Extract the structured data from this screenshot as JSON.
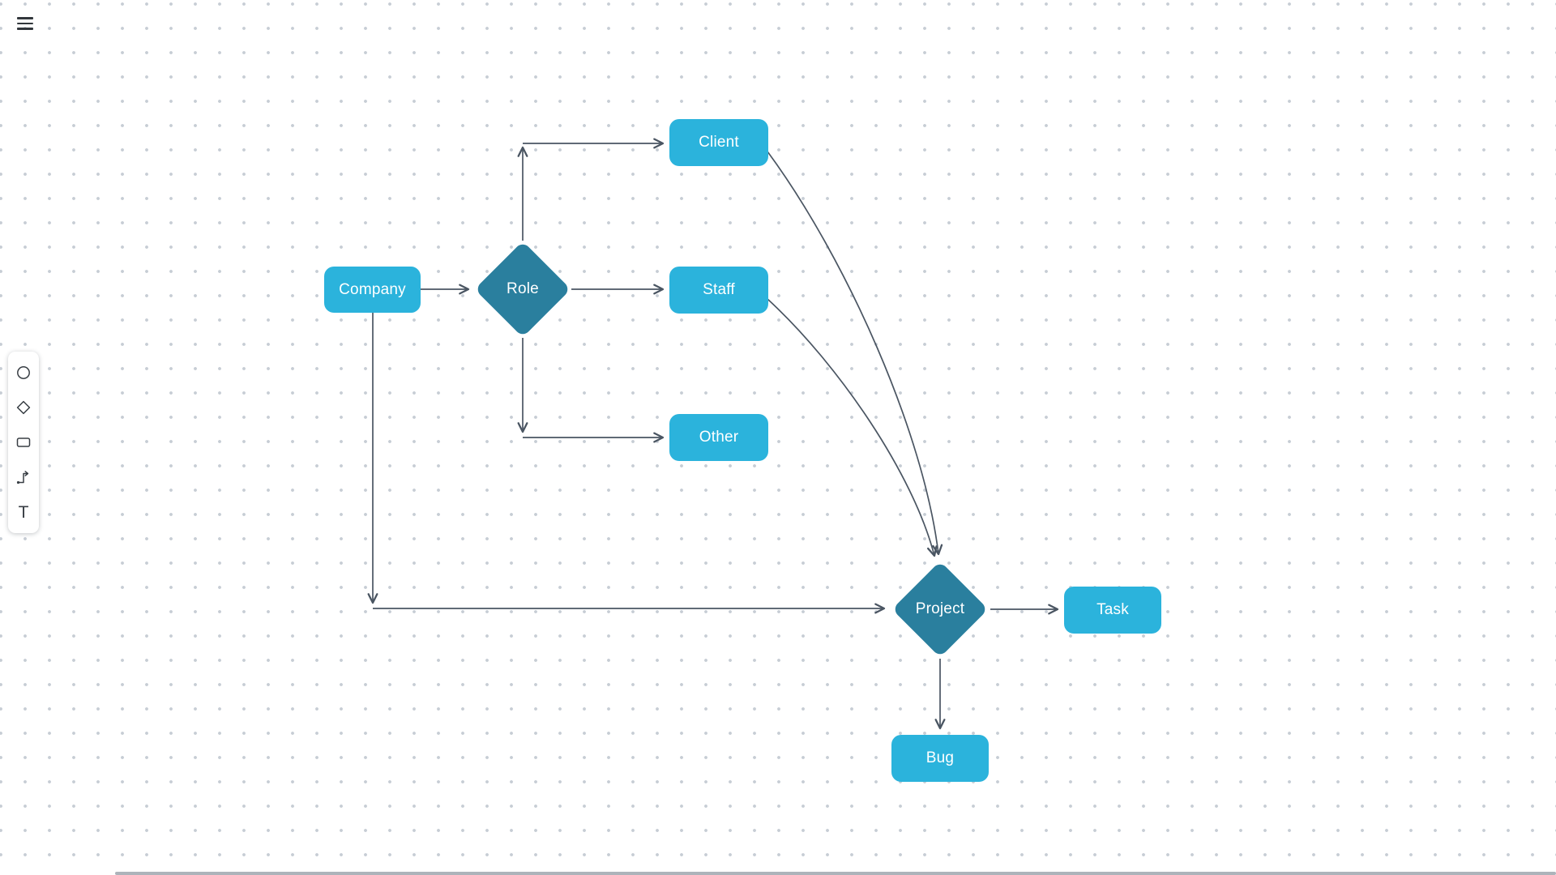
{
  "app": {
    "menu_button": "menu"
  },
  "canvas": {
    "background_color": "#ffffff",
    "grid_style": "dotted",
    "grid_dot_color": "#c7cdd5"
  },
  "toolbar": {
    "tools": [
      {
        "name": "ellipse",
        "icon": "circle-icon"
      },
      {
        "name": "diamond",
        "icon": "diamond-icon"
      },
      {
        "name": "rectangle",
        "icon": "rectangle-icon"
      },
      {
        "name": "connector",
        "icon": "connector-icon"
      },
      {
        "name": "text",
        "icon": "text-icon",
        "glyph": "T"
      }
    ]
  },
  "diagram": {
    "colors": {
      "node_fill": "#2bb3dc",
      "decision_fill": "#2a7f9e",
      "text_color": "#ffffff",
      "connector_color": "#4a5562"
    },
    "nodes": [
      {
        "id": "company",
        "shape": "rounded-rect",
        "label": "Company"
      },
      {
        "id": "role",
        "shape": "diamond",
        "label": "Role"
      },
      {
        "id": "client",
        "shape": "rounded-rect",
        "label": "Client"
      },
      {
        "id": "staff",
        "shape": "rounded-rect",
        "label": "Staff"
      },
      {
        "id": "other",
        "shape": "rounded-rect",
        "label": "Other"
      },
      {
        "id": "project",
        "shape": "diamond",
        "label": "Project"
      },
      {
        "id": "task",
        "shape": "rounded-rect",
        "label": "Task"
      },
      {
        "id": "bug",
        "shape": "rounded-rect",
        "label": "Bug"
      }
    ],
    "edges": [
      {
        "from": "Company",
        "to": "Role",
        "style": "straight-arrow"
      },
      {
        "from": "Role",
        "to": "Client",
        "style": "elbow-arrow"
      },
      {
        "from": "Role",
        "to": "Staff",
        "style": "straight-arrow"
      },
      {
        "from": "Role",
        "to": "Other",
        "style": "elbow-arrow"
      },
      {
        "from": "Company",
        "to": "Project",
        "style": "elbow-arrow"
      },
      {
        "from": "Client",
        "to": "Project",
        "style": "curved-arrow"
      },
      {
        "from": "Staff",
        "to": "Project",
        "style": "curved-arrow"
      },
      {
        "from": "Project",
        "to": "Task",
        "style": "straight-arrow"
      },
      {
        "from": "Project",
        "to": "Bug",
        "style": "straight-arrow"
      }
    ]
  }
}
